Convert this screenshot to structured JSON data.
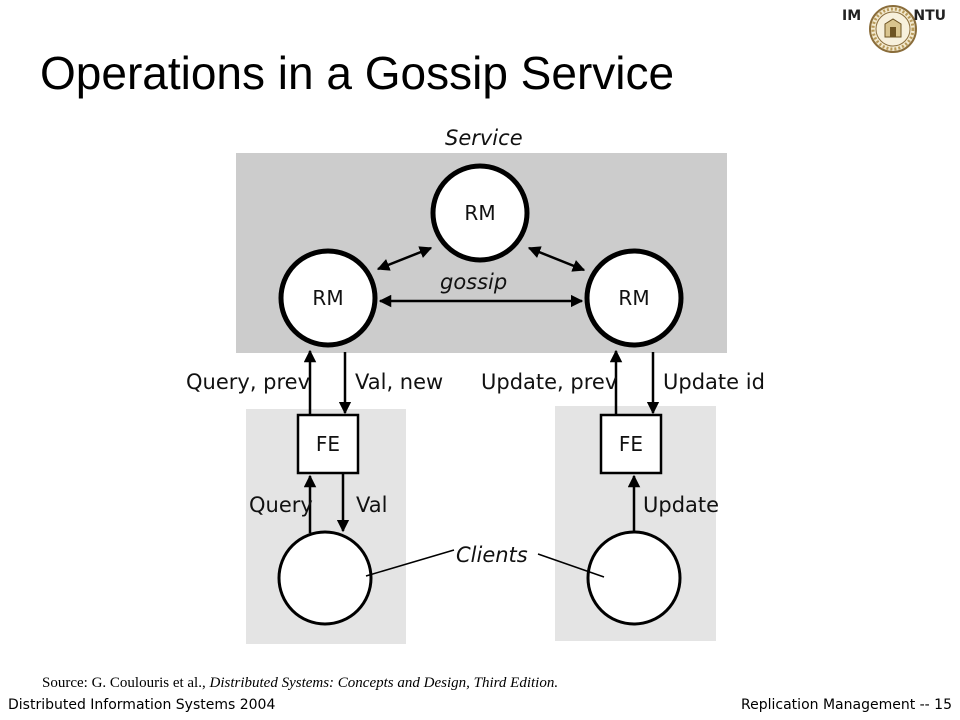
{
  "logo": {
    "left_text": "IM",
    "right_text": "NTU"
  },
  "title": "Operations in a Gossip Service",
  "diagram": {
    "service_label": "Service",
    "gossip_label": "gossip",
    "clients_label": "Clients",
    "rm_top": "RM",
    "rm_left": "RM",
    "rm_right": "RM",
    "fe_left": "FE",
    "fe_right": "FE",
    "query_prev": "Query, prev",
    "val_new": "Val, new",
    "update_prev": "Update, prev",
    "update_id": "Update id",
    "query": "Query",
    "val": "Val",
    "update": "Update"
  },
  "source": {
    "prefix": "Source: G. Coulouris et al., ",
    "book": "Distributed Systems: Concepts and Design, Third Edition."
  },
  "footer": {
    "left": "Distributed Information Systems 2004",
    "right": "Replication Management -- 15"
  },
  "colors": {
    "service_box": "#cccccc",
    "client_box": "#e4e4e4",
    "stroke": "#000000"
  }
}
